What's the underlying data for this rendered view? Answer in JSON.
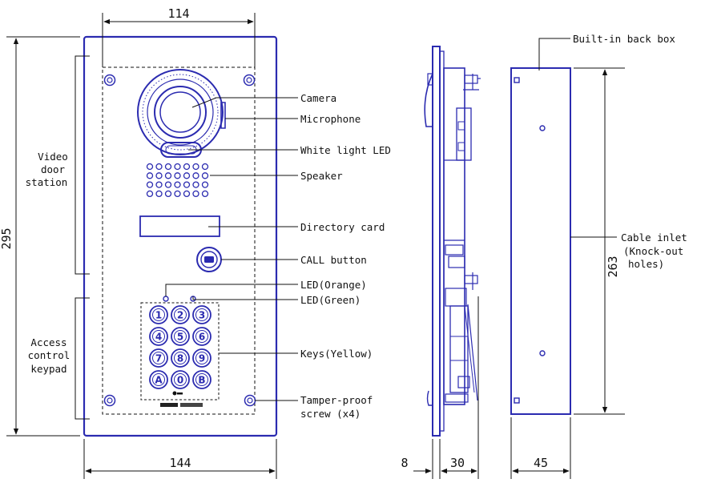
{
  "colors": {
    "outline": "#2b2bb0",
    "dimension": "#111111",
    "background": "#ffffff"
  },
  "dimensions": {
    "front_top_width": "114",
    "front_bottom_width": "144",
    "front_height": "295",
    "side_front_depth": "8",
    "side_depth": "30",
    "box_depth": "45",
    "box_height": "263"
  },
  "callouts": {
    "camera": "Camera",
    "microphone": "Microphone",
    "white_light_led": "White light LED",
    "speaker": "Speaker",
    "directory_card": "Directory card",
    "call_button": "CALL button",
    "led_orange": "LED(Orange)",
    "led_green": "LED(Green)",
    "keys": "Keys(Yellow)",
    "tamper_screw_line1": "Tamper-proof",
    "tamper_screw_line2": "screw (x4)",
    "back_box": "Built-in back box",
    "cable_inlet_line1": "Cable inlet",
    "cable_inlet_line2": "(Knock-out",
    "cable_inlet_line3": "holes)"
  },
  "sections": {
    "video_line1": "Video",
    "video_line2": "door",
    "video_line3": "station",
    "access_line1": "Access",
    "access_line2": "control",
    "access_line3": "keypad"
  },
  "keypad": {
    "keys": [
      "1",
      "2",
      "3",
      "4",
      "5",
      "6",
      "7",
      "8",
      "9",
      "A",
      "0",
      "B"
    ]
  }
}
